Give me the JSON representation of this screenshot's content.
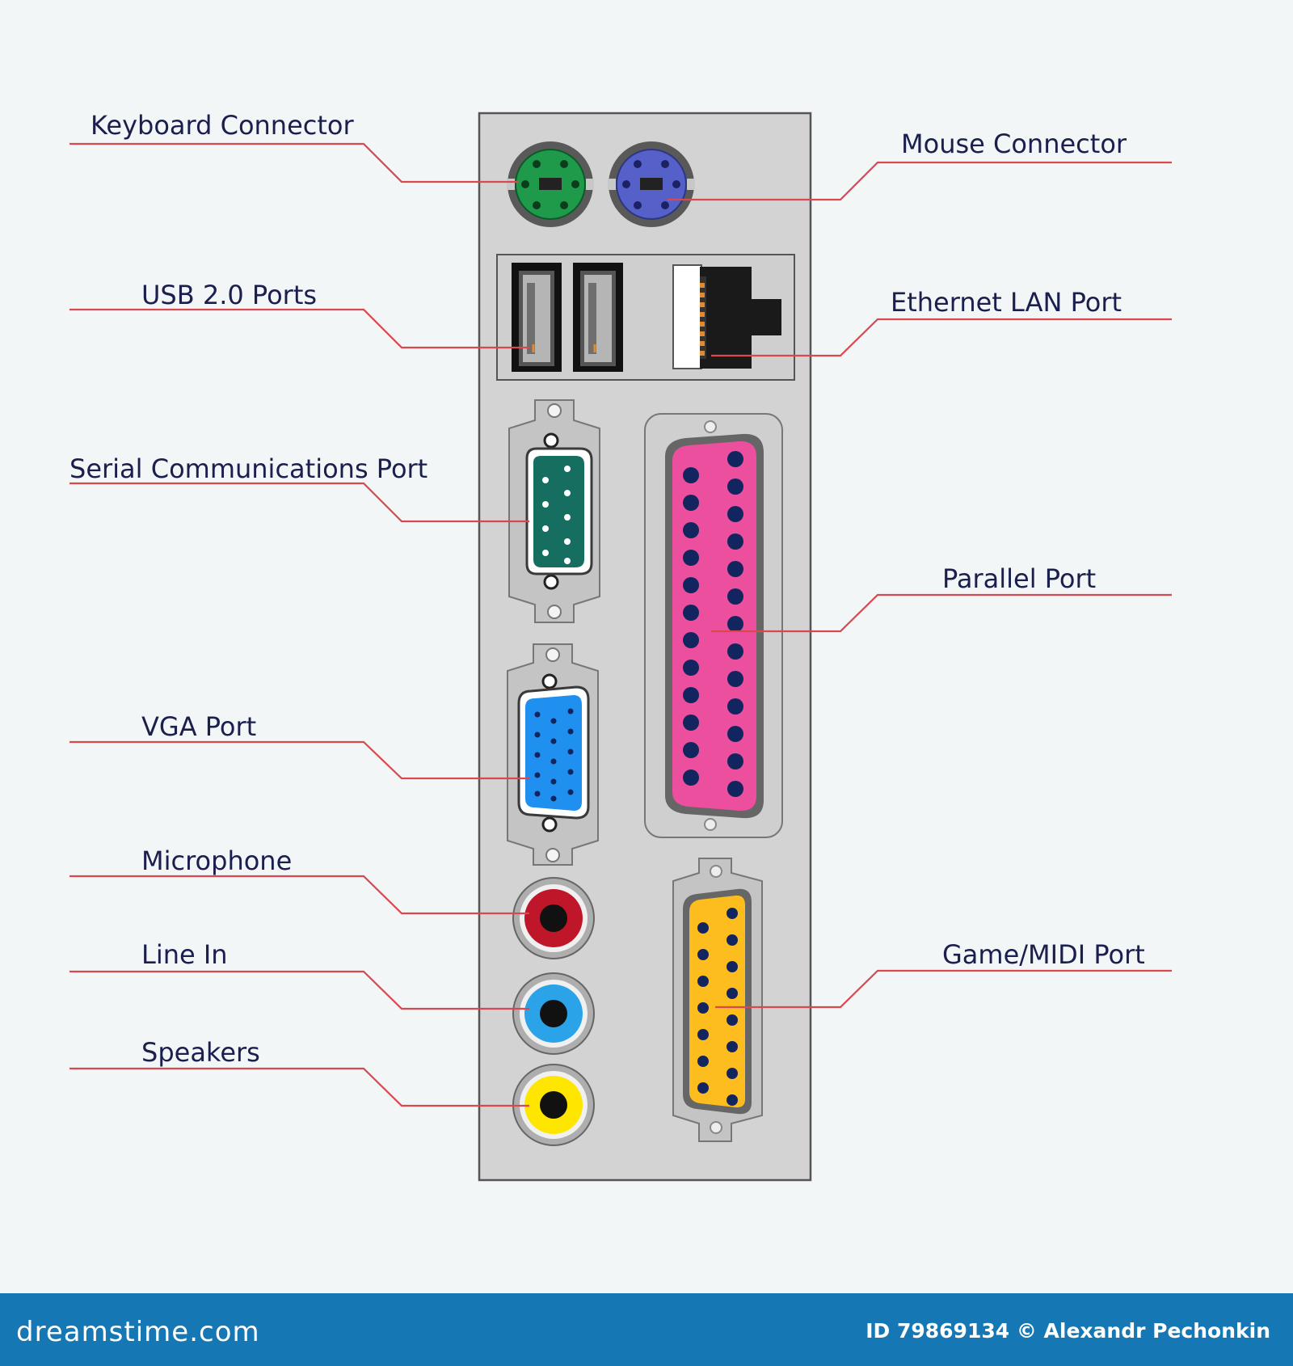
{
  "labels": {
    "keyboard": "Keyboard Connector",
    "mouse": "Mouse Connector",
    "usb": "USB 2.0 Ports",
    "ethernet": "Ethernet LAN Port",
    "serial": "Serial Communications Port",
    "parallel": "Parallel Port",
    "vga": "VGA Port",
    "microphone": "Microphone",
    "line_in": "Line In",
    "speakers": "Speakers",
    "game": "Game/MIDI Port"
  },
  "footer": {
    "brand": "dreamstime.com",
    "credit": "ID 79869134 © Alexandr Pechonkin"
  },
  "colors": {
    "background": "#f2f6f7",
    "panel": "#d3d3d3",
    "leader": "#d9484f",
    "label_text": "#1a1f4d",
    "keyboard_port": "#1f9a4a",
    "mouse_port": "#5560c8",
    "serial_port": "#166e60",
    "vga_port": "#1f8ff0",
    "parallel_port": "#ec4f9e",
    "game_port": "#fdbd1e",
    "microphone_jack": "#c0162a",
    "line_in_jack": "#2aa3e8",
    "speakers_jack": "#ffe600",
    "pin": "#12255e",
    "footer_bar": "#1577b3"
  }
}
